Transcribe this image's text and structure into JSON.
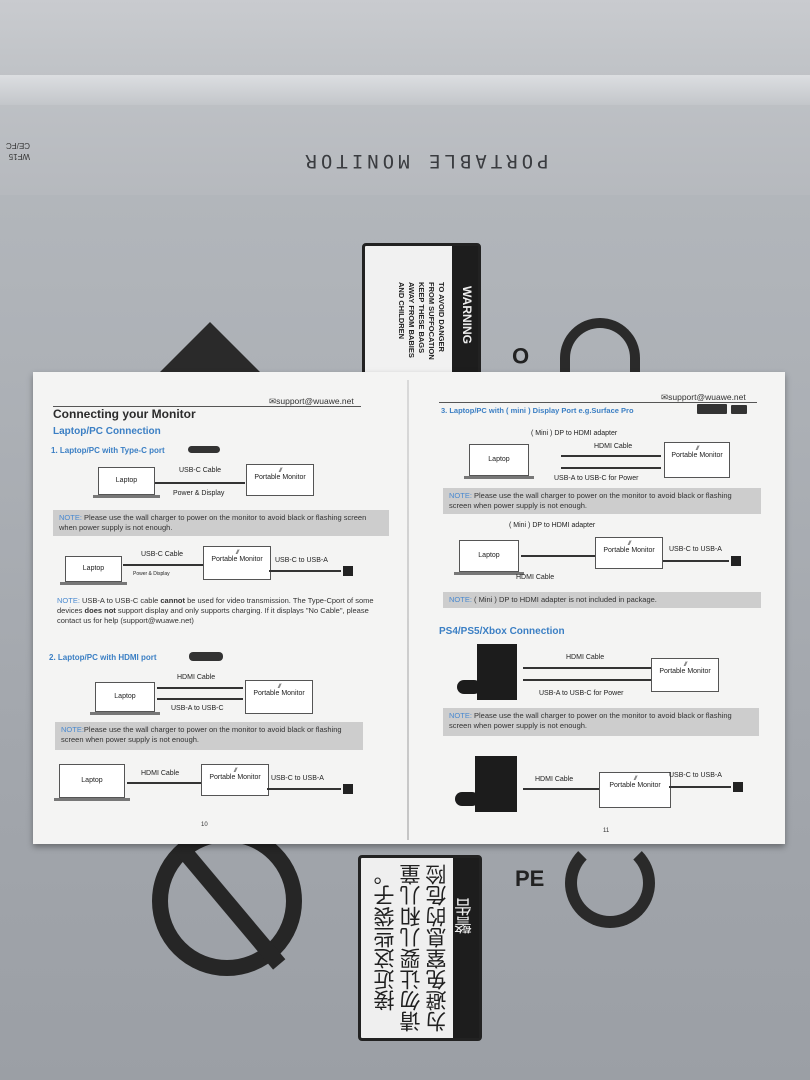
{
  "packaging": {
    "box_title": "PORTABLE MONITOR",
    "edge_label": "WF15 CE/FC",
    "warning_title": "WARNING",
    "warning_lines": [
      "TO AVOID DANGER",
      "FROM SUFFOCATION",
      "KEEP THESE BAGS",
      "AWAY FROM BABIES",
      "AND CHILDREN"
    ],
    "cn_title": "警告",
    "cn_lines": [
      "为避免窒息的危险",
      "请勿让婴儿和儿童",
      "接近这些袋子。"
    ],
    "side_text_top": "O",
    "side_text_bottom": "PE"
  },
  "left_page": {
    "email": "support@wuawe.net",
    "title": "Connecting your Monitor",
    "section": "Laptop/PC Connection",
    "sub1": "1. Laptop/PC with Type-C port",
    "d1": {
      "laptop": "Laptop",
      "cable": "USB-C Cable",
      "power": "Power & Display",
      "monitor": "Portable Monitor"
    },
    "note1_label": "NOTE:",
    "note1": "Please use the wall charger to power on the monitor to avoid black or flashing screen when power supply is not enough.",
    "d2": {
      "laptop": "Laptop",
      "cable": "USB-C Cable",
      "power": "Power & Display",
      "monitor": "Portable Monitor",
      "adapter": "USB-C to USB-A"
    },
    "note2_label": "NOTE:",
    "note2_a": "USB-A to USB-C cable",
    "note2_b": "cannot",
    "note2_c": "be used for video transmission. The Type-Cport of some devices",
    "note2_d": "does not",
    "note2_e": "support display and only supports charging. If it displays \"No Cable\", please contact us for help (support@wuawe.net)",
    "sub2": "2. Laptop/PC with HDMI port",
    "d3": {
      "laptop": "Laptop",
      "cable": "HDMI Cable",
      "usb": "USB-A to USB-C",
      "monitor": "Portable Monitor"
    },
    "note3_label": "NOTE:",
    "note3": "Please use the wall charger to power on the monitor to avoid black or flashing screen when power supply is not enough.",
    "d4": {
      "laptop": "Laptop",
      "cable": "HDMI Cable",
      "monitor": "Portable Monitor",
      "adapter": "USB-C to USB-A"
    },
    "page_number": "10"
  },
  "right_page": {
    "email": "support@wuawe.net",
    "sub3": "3. Laptop/PC with ( mini ) Display Port e.g.Surface Pro",
    "d5": {
      "adapter_label": "( Mini ) DP to HDMI adapter",
      "laptop": "Laptop",
      "cable": "HDMI Cable",
      "usb": "USB-A to USB-C for Power",
      "monitor": "Portable Monitor"
    },
    "note4_label": "NOTE:",
    "note4": "Please use the wall charger to power on the monitor to avoid black or flashing screen when power supply is not enough.",
    "d6": {
      "adapter_label": "( Mini ) DP to HDMI adapter",
      "laptop": "Laptop",
      "cable": "HDMI Cable",
      "monitor": "Portable Monitor",
      "adapter": "USB-C to USB-A"
    },
    "note5_label": "NOTE:",
    "note5": "( Mini ) DP to HDMI adapter is not included in package.",
    "section": "PS4/PS5/Xbox Connection",
    "d7": {
      "cable": "HDMI Cable",
      "usb": "USB-A to USB-C for Power",
      "monitor": "Portable Monitor"
    },
    "note6_label": "NOTE:",
    "note6": "Please use the wall charger to power on the monitor to avoid black or flashing screen when power supply is not enough.",
    "d8": {
      "cable": "HDMI Cable",
      "monitor": "Portable Monitor",
      "adapter": "USB-C to USB-A"
    },
    "page_number": "11"
  },
  "logo_mark": "///",
  "colors": {
    "accent_blue": "#3b7fc4",
    "note_gray": "#cdcdcd",
    "paper": "#f4f4f3"
  }
}
